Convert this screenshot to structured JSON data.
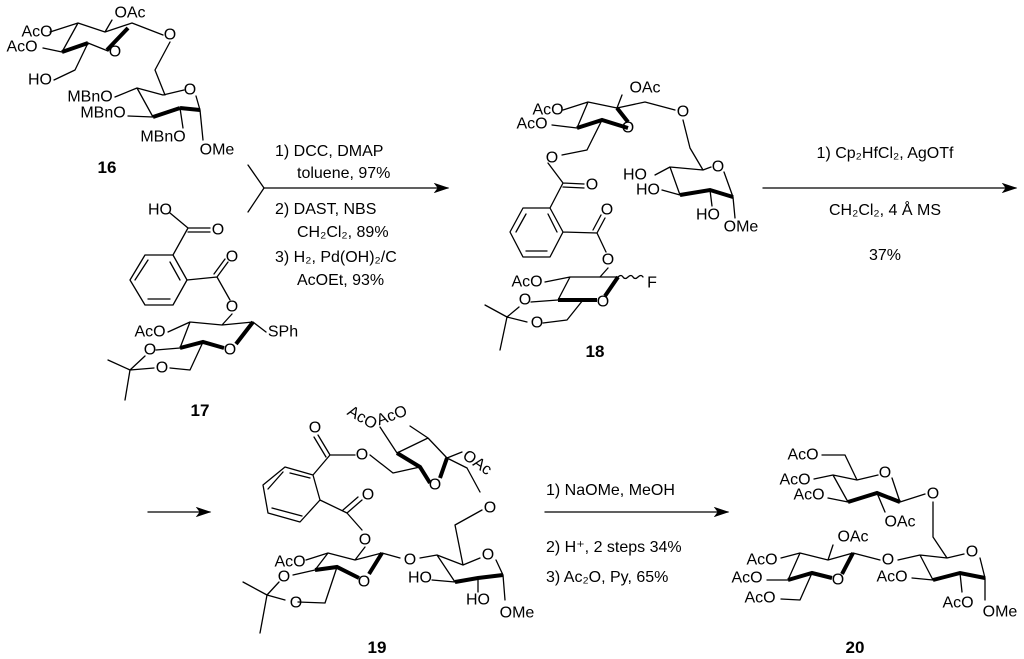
{
  "compounds": {
    "c16": {
      "number": "16",
      "labels": [
        "OAc",
        "AcO",
        "AcO",
        "O",
        "O",
        "HO",
        "MBnO",
        "O",
        "MBnO",
        "MBnO",
        "OMe"
      ]
    },
    "c17": {
      "number": "17",
      "labels": [
        "HO",
        "O",
        "O",
        "O",
        "AcO",
        "SPh",
        "O",
        "O",
        "O"
      ]
    },
    "c18": {
      "number": "18",
      "labels": [
        "OAc",
        "AcO",
        "AcO",
        "O",
        "O",
        "O",
        "O",
        "HO",
        "O",
        "HO",
        "O",
        "HO",
        "OMe",
        "O",
        "AcO",
        "F",
        "O",
        "O",
        "O"
      ]
    },
    "c19": {
      "number": "19",
      "labels": [
        "O",
        "AcO",
        "AcO",
        "O",
        "OAc",
        "O",
        "O",
        "O",
        "O",
        "AcO",
        "O",
        "O",
        "O",
        "HO",
        "O",
        "O",
        "HO",
        "OMe"
      ]
    },
    "c20": {
      "number": "20",
      "labels": [
        "AcO",
        "O",
        "AcO",
        "AcO",
        "O",
        "OAc",
        "OAc",
        "AcO",
        "O",
        "O",
        "AcO",
        "O",
        "AcO",
        "AcO",
        "AcO",
        "OMe"
      ]
    }
  },
  "steps": {
    "step1": [
      "1) DCC, DMAP",
      "toluene, 97%",
      "2) DAST, NBS",
      "CH₂Cl₂, 89%",
      "3) H₂, Pd(OH)₂/C",
      "AcOEt, 93%"
    ],
    "step2": [
      "1) Cp₂HfCl₂, AgOTf",
      "CH₂Cl₂, 4 Å MS",
      "37%"
    ],
    "step3": [
      "1) NaOMe, MeOH",
      "2) H⁺, 2 steps 34%",
      "3) Ac₂O, Py, 65%"
    ]
  }
}
